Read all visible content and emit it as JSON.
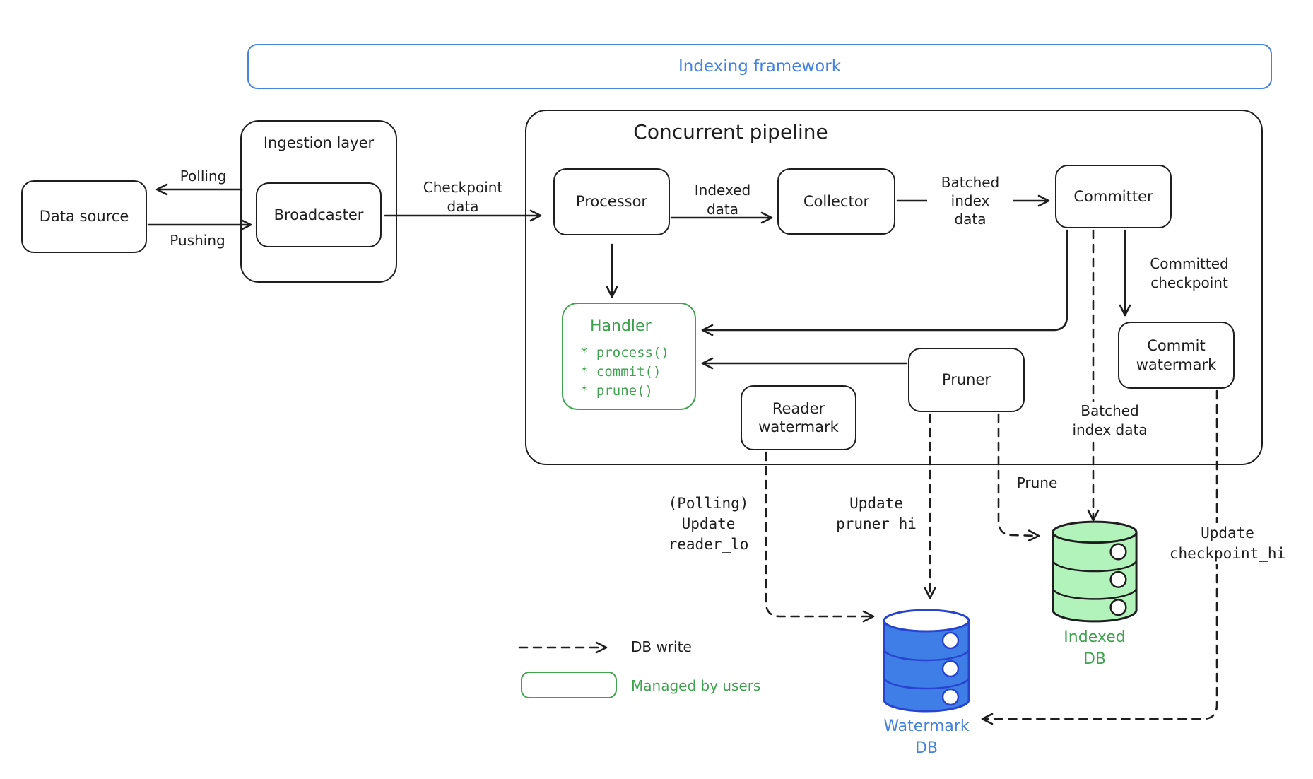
{
  "titles": {
    "framework": "Indexing framework",
    "pipeline": "Concurrent pipeline"
  },
  "nodes": {
    "data_source": "Data source",
    "ingestion_layer": "Ingestion layer",
    "broadcaster": "Broadcaster",
    "processor": "Processor",
    "collector": "Collector",
    "committer": "Committer",
    "commit_watermark": "Commit\nwatermark",
    "reader_watermark": "Reader\nwatermark",
    "pruner": "Pruner"
  },
  "handler": {
    "title": "Handler",
    "methods": [
      "* process()",
      "* commit()",
      "* prune()"
    ]
  },
  "edges": {
    "polling": "Polling",
    "pushing": "Pushing",
    "checkpoint_data": "Checkpoint\ndata",
    "indexed_data": "Indexed\ndata",
    "batched_index_data_top": "Batched\nindex\ndata",
    "committed_checkpoint": "Committed\ncheckpoint",
    "batched_index_data_bottom": "Batched\nindex data",
    "prune": "Prune",
    "polling_update_reader_lo": "(Polling)\nUpdate\nreader_lo",
    "update_pruner_hi": "Update\npruner_hi",
    "update_checkpoint_hi": "Update\ncheckpoint_hi"
  },
  "dbs": {
    "watermark": "Watermark\nDB",
    "indexed": "Indexed\nDB"
  },
  "legend": {
    "db_write": "DB write",
    "managed_by_users": "Managed by users"
  },
  "colors": {
    "ink": "#1e1e1e",
    "frame_blue": "#4583dc",
    "green": "#3fa24e",
    "green_db_fill": "#b2f2bb",
    "blue_db_fill": "#3f7ee6",
    "blue_db_stroke": "#2644cf"
  }
}
